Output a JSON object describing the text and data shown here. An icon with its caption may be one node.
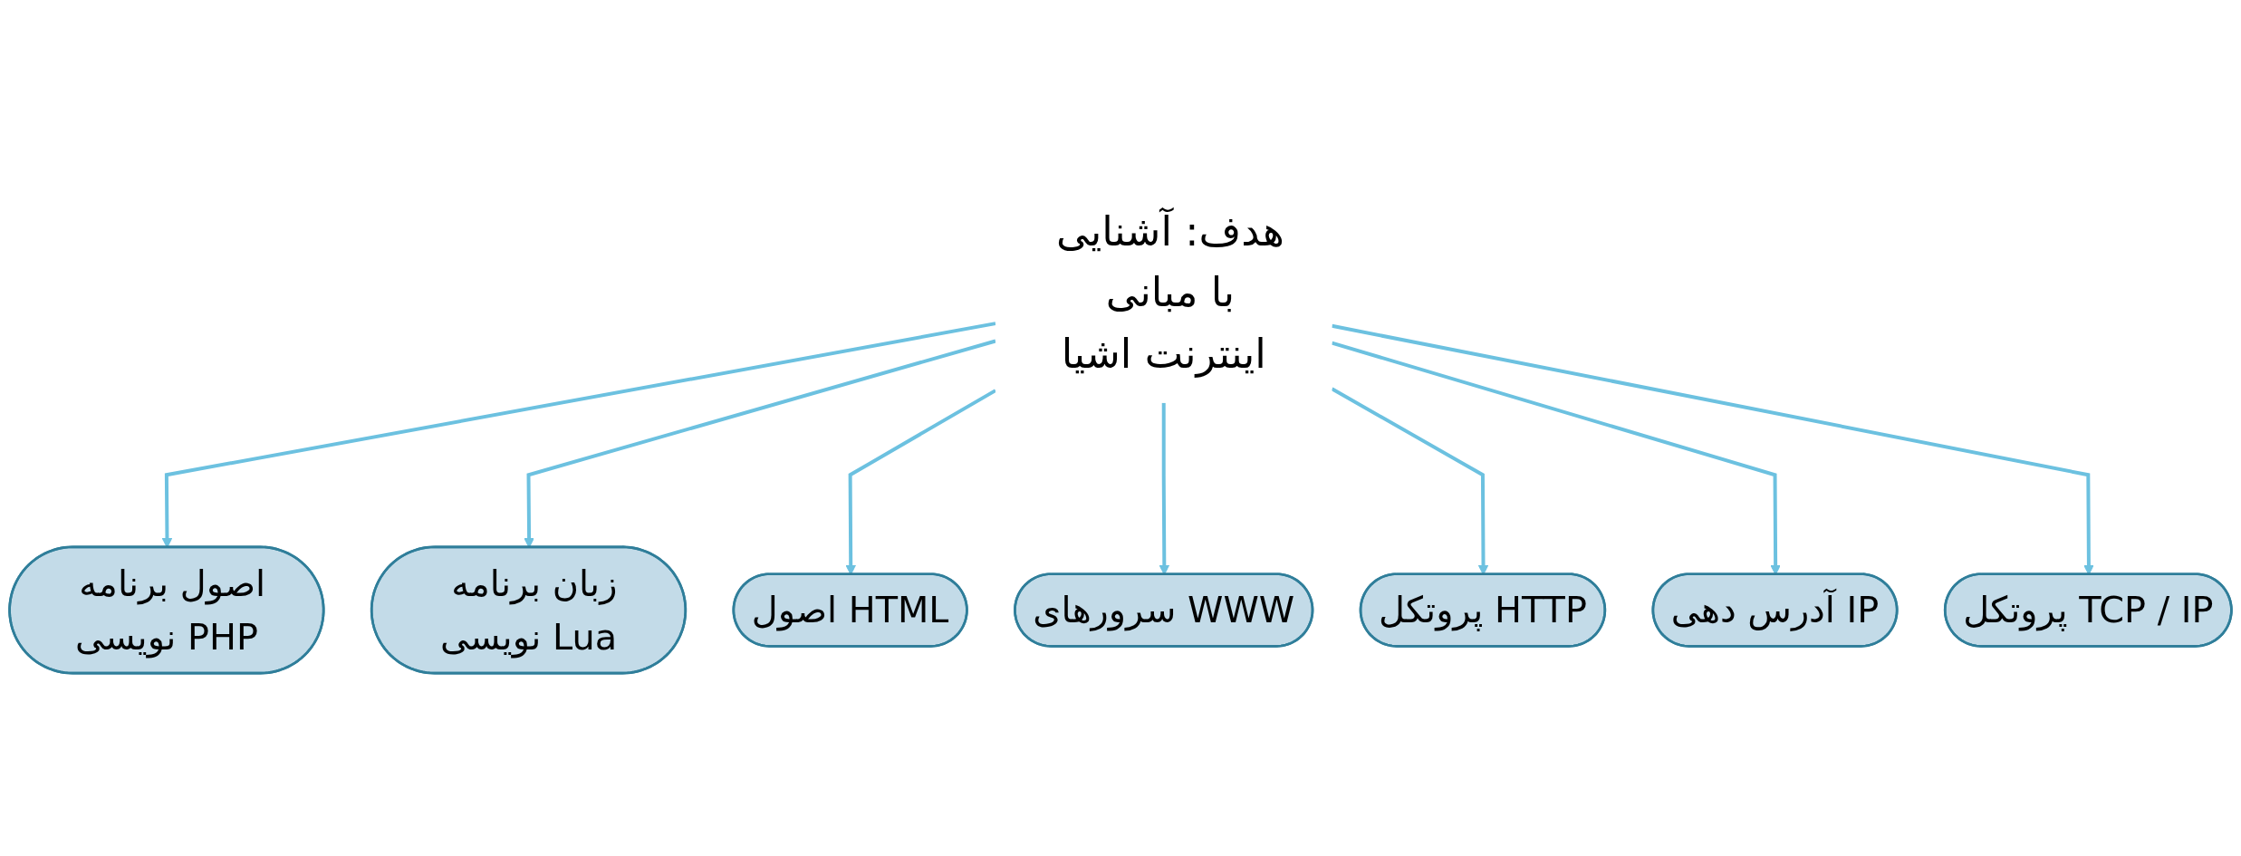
{
  "diagram": {
    "nodes": [
      {
        "text": [
          "هدف: آشنایی با مبانی اینترنت اشیا"
        ]
      },
      {
        "text": [
          "اصول برنامه نویسی PHP"
        ]
      },
      {
        "text": [
          "زبان برنامه نویسی Lua"
        ]
      },
      {
        "text": [
          "اصول HTML"
        ]
      },
      {
        "text": [
          "سرورهای WWW"
        ]
      },
      {
        "text": [
          "پروتکل HTTP"
        ]
      },
      {
        "text": [
          "آدرس دهی IP"
        ]
      },
      {
        "text": [
          "پروتکل TCP / IP"
        ]
      }
    ],
    "edges": [
      {
        "from": 0,
        "to": 1,
        "arrow": "to"
      },
      {
        "from": 0,
        "to": 2,
        "arrow": "to"
      },
      {
        "from": 0,
        "to": 3,
        "arrow": "to"
      },
      {
        "from": 0,
        "to": 4,
        "arrow": "to"
      },
      {
        "from": 0,
        "to": 5,
        "arrow": "to"
      },
      {
        "from": 0,
        "to": 6,
        "arrow": "to"
      },
      {
        "from": 0,
        "to": 7,
        "arrow": "to"
      }
    ]
  }
}
